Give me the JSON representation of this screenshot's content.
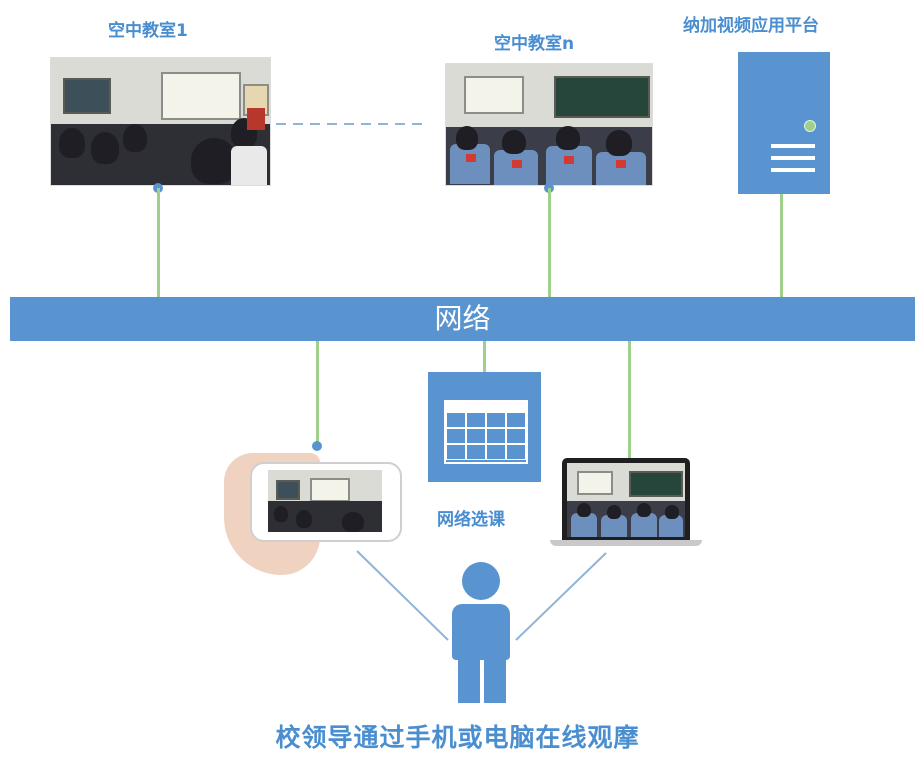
{
  "nodes": {
    "classroom_1": "空中教室1",
    "classroom_n": "空中教室n",
    "platform": "纳加视频应用平台",
    "network": "网络",
    "course_selection": "网络选课",
    "caption": "校领导通过手机或电脑在线观摩"
  },
  "colors": {
    "primary_blue": "#5a94d0",
    "connector_green": "#9fd08b",
    "label_blue": "#4a8ed0"
  },
  "icons": [
    "server-icon",
    "calendar-grid-icon",
    "smartphone-icon",
    "laptop-icon",
    "person-icon"
  ]
}
